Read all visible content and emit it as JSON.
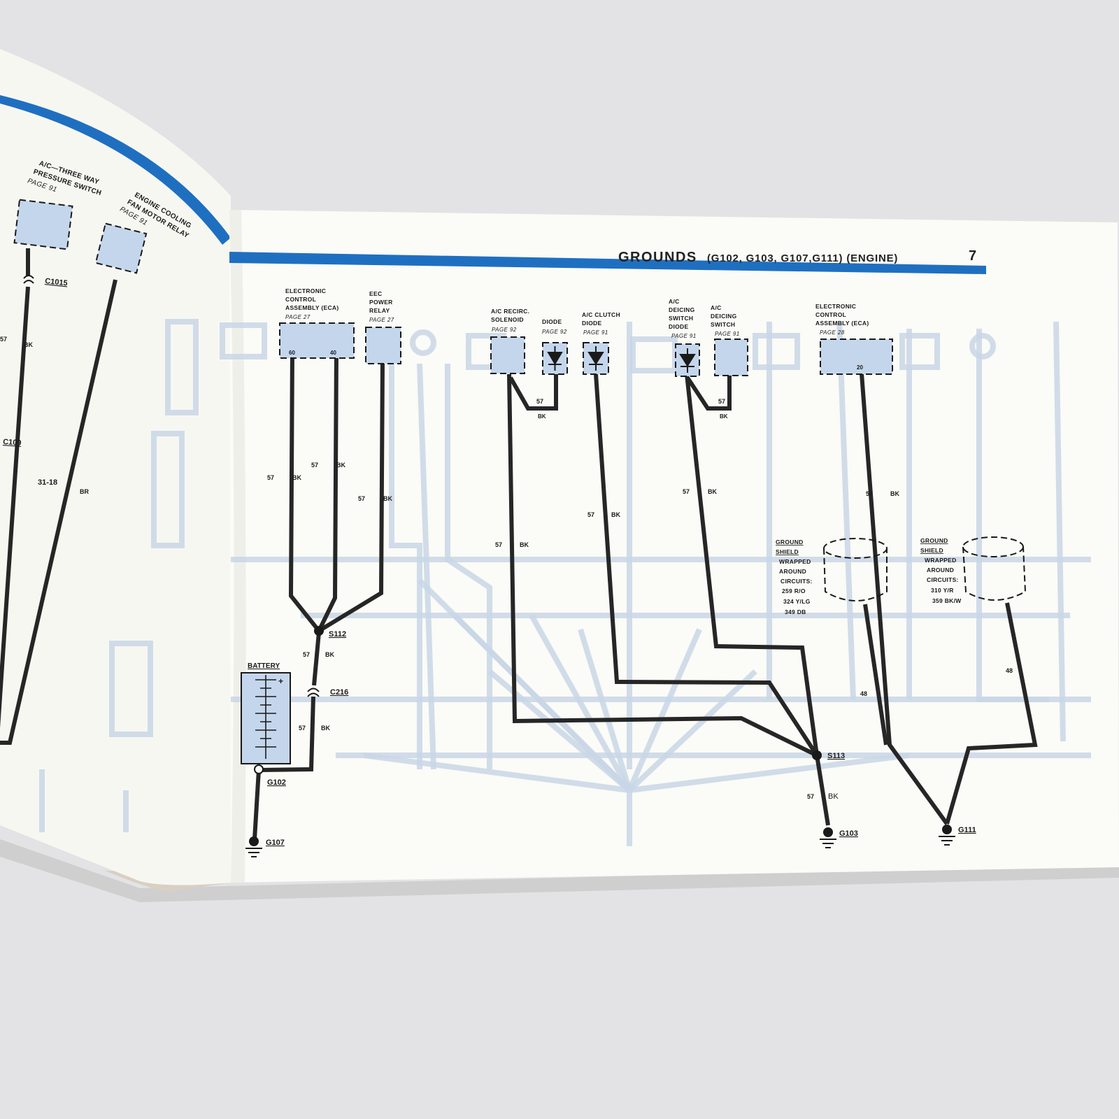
{
  "page": {
    "title": "GROUNDS",
    "subtitle": "(G102, G103, G107,G111) (ENGINE)",
    "number": "7"
  },
  "left_page": {
    "components": [
      {
        "name": "A/C—THREE WAY",
        "name2": "PRESSURE SWITCH",
        "page": "PAGE 91"
      },
      {
        "name": "ENGINE COOLING",
        "name2": "FAN MOTOR RELAY",
        "page": "PAGE 91"
      }
    ],
    "connectors": [
      "C1015",
      "C109"
    ],
    "wires": [
      {
        "circuit": "57",
        "color": "BK"
      },
      {
        "circuit": "31-18",
        "color": "BR"
      }
    ]
  },
  "components": {
    "eca_left": {
      "line1": "ELECTRONIC",
      "line2": "CONTROL",
      "line3": "ASSEMBLY (ECA)",
      "page": "PAGE 27",
      "pin1": "60",
      "pin2": "40"
    },
    "eec_relay": {
      "line1": "EEC",
      "line2": "POWER",
      "line3": "RELAY",
      "page": "PAGE 27"
    },
    "ac_recirc": {
      "line1": "A/C RECIRC.",
      "line2": "SOLENOID",
      "page": "PAGE 92"
    },
    "diode": {
      "line1": "DIODE",
      "page": "PAGE 92"
    },
    "ac_clutch_diode": {
      "line1": "A/C CLUTCH",
      "line2": "DIODE",
      "page": "PAGE 91"
    },
    "deicing_diode": {
      "line1": "A/C",
      "line2": "DEICING",
      "line3": "SWITCH",
      "line4": "DIODE",
      "page": "PAGE 91"
    },
    "deicing_switch": {
      "line1": "A/C",
      "line2": "DEICING",
      "line3": "SWITCH",
      "page": "PAGE 91"
    },
    "eca_right": {
      "line1": "ELECTRONIC",
      "line2": "CONTROL",
      "line3": "ASSEMBLY (ECA)",
      "page": "PAGE 28",
      "pin": "20"
    },
    "battery": {
      "label": "BATTERY"
    }
  },
  "wires": {
    "circuit": "57",
    "color": "BK",
    "shield_circuit": "48"
  },
  "splices": {
    "s112": "S112",
    "s113": "S113",
    "c216": "C216"
  },
  "grounds": {
    "g102": "G102",
    "g107": "G107",
    "g103": "G103",
    "g111": "G111"
  },
  "shields": [
    {
      "l1": "GROUND",
      "l2": "SHIELD",
      "l3": "WRAPPED",
      "l4": "AROUND",
      "l5": "CIRCUITS:",
      "c1": "259 R/O",
      "c2": "324 Y/LG",
      "c3": "349 DB"
    },
    {
      "l1": "GROUND",
      "l2": "SHIELD",
      "l3": "WRAPPED",
      "l4": "AROUND",
      "l5": "CIRCUITS:",
      "c1": "310 Y/R",
      "c2": "359 BK/W"
    }
  ],
  "colors": {
    "accent_stripe": "#1f6fc1",
    "component_fill": "#c4d6ec",
    "ghost_print": "#c9d6e6",
    "wire": "#262626",
    "paper": "#fbfbf7",
    "background": "#e4e4e6"
  }
}
